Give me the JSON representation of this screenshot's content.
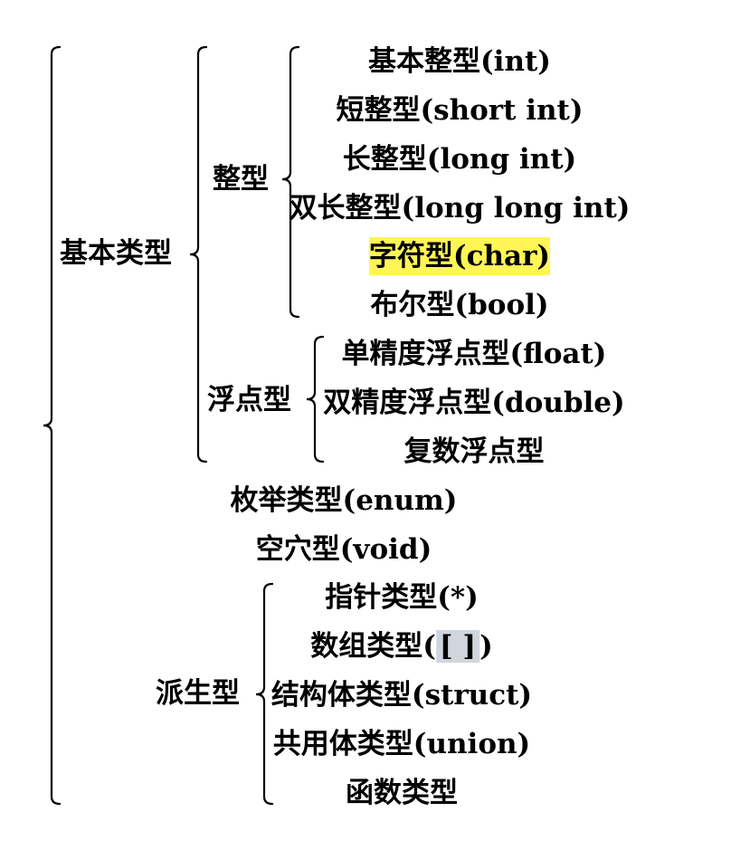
{
  "diagram": {
    "root": "基本类型",
    "integer": {
      "label": "整型",
      "items": [
        "基本整型(int)",
        "短整型(short int)",
        "长整型(long int)",
        "双长整型(long long int)",
        "字符型(char)",
        "布尔型(bool)"
      ],
      "highlight_color": "#fff555"
    },
    "float": {
      "label": "浮点型",
      "items": [
        "单精度浮点型(float)",
        "双精度浮点型(double)",
        "复数浮点型"
      ]
    },
    "enum": "枚举类型(enum)",
    "void": "空穴型(void)",
    "derived": {
      "label": "派生型",
      "pointer": "指针类型(*)",
      "array_prefix": "数组类型(",
      "array_mid": "[ ]",
      "array_suffix": ")",
      "items": [
        "结构体类型(struct)",
        "共用体类型(union)",
        "函数类型"
      ]
    }
  }
}
